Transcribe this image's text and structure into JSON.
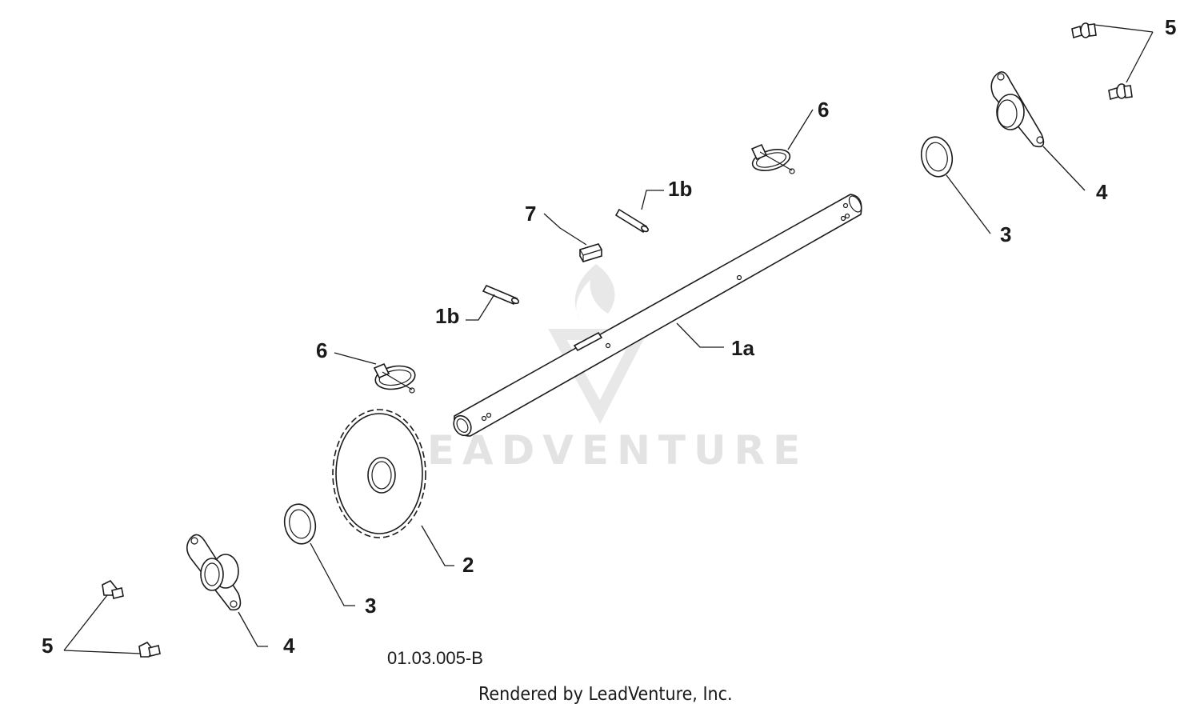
{
  "callouts": {
    "c1a": "1a",
    "c1b_top": "1b",
    "c1b_mid": "1b",
    "c2": "2",
    "c3_right": "3",
    "c3_left": "3",
    "c4_right": "4",
    "c4_left": "4",
    "c5_right": "5",
    "c5_left": "5",
    "c6_right": "6",
    "c6_left": "6",
    "c7": "7"
  },
  "diagram_code": "01.03.005-B",
  "rendered_by": "Rendered by LeadVenture, Inc.",
  "watermark": "LEADVENTURE",
  "colors": {
    "ink": "#1a1a1a",
    "watermark": "#e3e3e3",
    "background": "#ffffff"
  }
}
